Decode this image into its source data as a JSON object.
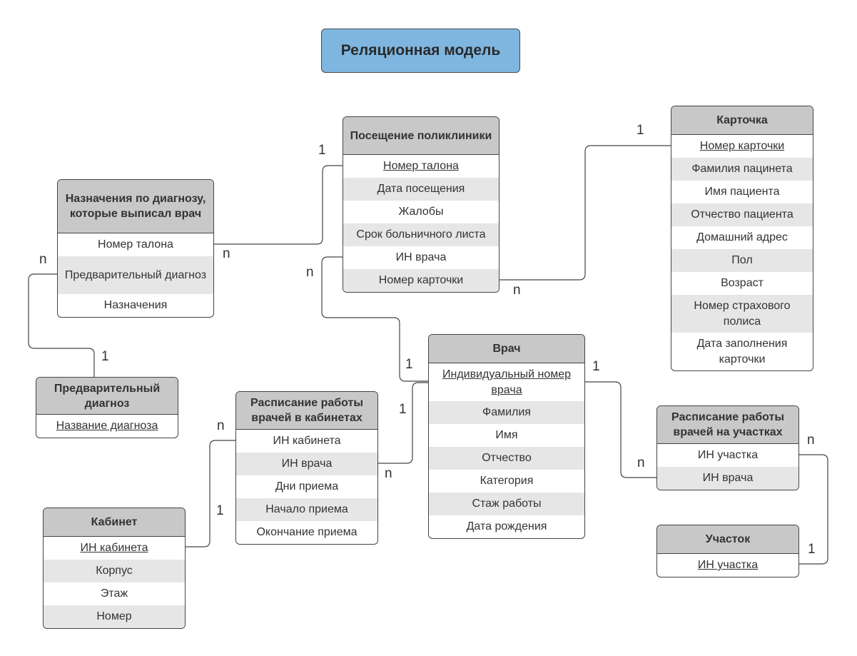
{
  "title": "Реляционная модель",
  "entities": {
    "visit": {
      "header": "Посещение поликлиники",
      "rows": [
        "Номер талона",
        "Дата посещения",
        "Жалобы",
        "Срок больничного листа",
        "ИН врача",
        "Номер карточки"
      ]
    },
    "card": {
      "header": "Карточка",
      "rows": [
        "Номер карточки",
        "Фамилия пацинета",
        "Имя пациента",
        "Отчество пациента",
        "Домашний адрес",
        "Пол",
        "Возраст",
        "Номер страхового полиса",
        "Дата заполнения карточки"
      ]
    },
    "assign": {
      "header": "Назначения по диагнозу, которые выписал врач",
      "rows": [
        "Номер талона",
        "Предварительный диагноз",
        "Назначения"
      ]
    },
    "prediag": {
      "header": "Предварительный диагноз",
      "rows": [
        "Название диагноза"
      ]
    },
    "doctor": {
      "header": "Врач",
      "rows": [
        "Индивидуальный номер врача",
        "Фамилия",
        "Имя",
        "Отчество",
        "Категория",
        "Стаж работы",
        "Дата рождения"
      ]
    },
    "cab_sched": {
      "header": "Расписание работы врачей в кабинетах",
      "rows": [
        "ИН кабинета",
        "ИН врача",
        "Дни приема",
        "Начало приема",
        "Окончание приема"
      ]
    },
    "cabinet": {
      "header": "Кабинет",
      "rows": [
        "ИН кабинета",
        "Корпус",
        "Этаж",
        "Номер"
      ]
    },
    "area_sched": {
      "header": "Расписание работы врачей на участках",
      "rows": [
        "ИН участка",
        "ИН врача"
      ]
    },
    "area": {
      "header": "Участок",
      "rows": [
        "ИН участка"
      ]
    }
  },
  "cardinalities": {
    "visit_assign_1": "1",
    "visit_assign_n": "n",
    "visit_card_1": "1",
    "visit_card_n": "n",
    "assign_prediag_n": "n",
    "assign_prediag_1": "1",
    "visit_doctor_n": "n",
    "visit_doctor_1": "1",
    "doctor_cab_1": "1",
    "doctor_cab_n": "n",
    "cab_cabinet_n": "n",
    "cab_cabinet_1": "1",
    "doctor_area_1": "1",
    "doctor_area_n": "n",
    "area_sched_n": "n",
    "area_sched_1": "1"
  },
  "colors": {
    "title_fill": "#7fb6e0",
    "header_fill": "#c8c8c8",
    "alt_row_fill": "#e6e6e6",
    "line": "#444444"
  }
}
